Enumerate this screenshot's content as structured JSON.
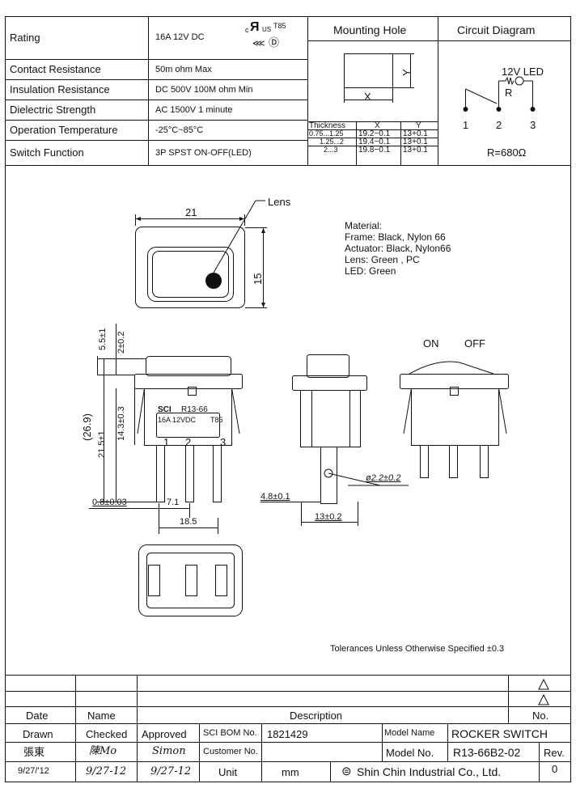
{
  "spec_table": {
    "rows": [
      {
        "label": "Rating",
        "value": "16A 12V DC"
      },
      {
        "label": "Contact Resistance",
        "value": "50m ohm Max"
      },
      {
        "label": "Insulation Resistance",
        "value": "DC 500V 100M ohm Min"
      },
      {
        "label": "Dielectric Strength",
        "value": "AC 1500V 1 minute"
      },
      {
        "label": "Operation Temperature",
        "value": "-25°C~85°C"
      },
      {
        "label": "Switch Function",
        "value": "3P SPST ON-OFF(LED)"
      }
    ],
    "cert_t85": "T85",
    "cert_us": "US",
    "cert_c": "c"
  },
  "mounting_hole": {
    "title": "Mounting Hole",
    "x_label": "X",
    "y_label": "Y",
    "headers": [
      "Thickness",
      "X",
      "Y"
    ],
    "rows": [
      [
        "0.75...1.25",
        "19.2−0.1",
        "13+0.1"
      ],
      [
        "1.25...2",
        "19.4−0.1",
        "13+0.1"
      ],
      [
        "2...3",
        "19.8−0.1",
        "13+0.1"
      ]
    ]
  },
  "circuit": {
    "title": "Circuit Diagram",
    "led_label": "12V LED",
    "r_label": "R",
    "pins": [
      "1",
      "2",
      "3"
    ],
    "resistance": "R=680Ω"
  },
  "material": {
    "lines": [
      "Material:",
      "Frame: Black, Nylon 66",
      "Actuator: Black, Nylon66",
      "Lens: Green , PC",
      "LED: Green"
    ]
  },
  "drawing": {
    "lens_label": "Lens",
    "dim_21": "21",
    "dim_15": "15",
    "dim_55": "5.5±1",
    "dim_2": "2±0.2",
    "dim_269": "(26.9)",
    "dim_215": "21.5±1",
    "dim_143": "14.3±0.3",
    "dim_08": "0.8±0.03",
    "dim_71": "7.1",
    "dim_185": "18.5",
    "dim_48": "4.8±0.1",
    "dim_13": "13±0.2",
    "dim_22": "ø2.2±0.2",
    "on_label": "ON",
    "off_label": "OFF",
    "body_brand": "SCI",
    "body_model": "R13-66",
    "body_rating": "16A 12VDC",
    "body_t85": "T85",
    "body_pins": [
      "1",
      "2",
      "3"
    ]
  },
  "tolerance_note": "Tolerances Unless Otherwise Specified ±0.3",
  "title_block": {
    "rev_symbol": "△",
    "headers": {
      "date": "Date",
      "name": "Name",
      "description": "Description",
      "no": "No."
    },
    "roles": {
      "drawn": "Drawn",
      "checked": "Checked",
      "approved": "Approved"
    },
    "sci_bom_label": "SCI BOM No.",
    "sci_bom_value": "1821429",
    "customer_no_label": "Customer No.",
    "unit_label": "Unit",
    "unit_value": "mm",
    "model_name_label": "Model Name",
    "model_name_value": "ROCKER SWITCH",
    "model_no_label": "Model No.",
    "model_no_value": "R13-66B2-02",
    "rev_label": "Rev.",
    "rev_value": "0",
    "company": "Shin Chin Industrial Co., Ltd.",
    "drawn_name": "張東",
    "drawn_date": "9/27/'12",
    "checked_sig": "陳Mo",
    "checked_date": "9/27-12",
    "approved_sig": "Simon",
    "approved_date": "9/27-12"
  }
}
